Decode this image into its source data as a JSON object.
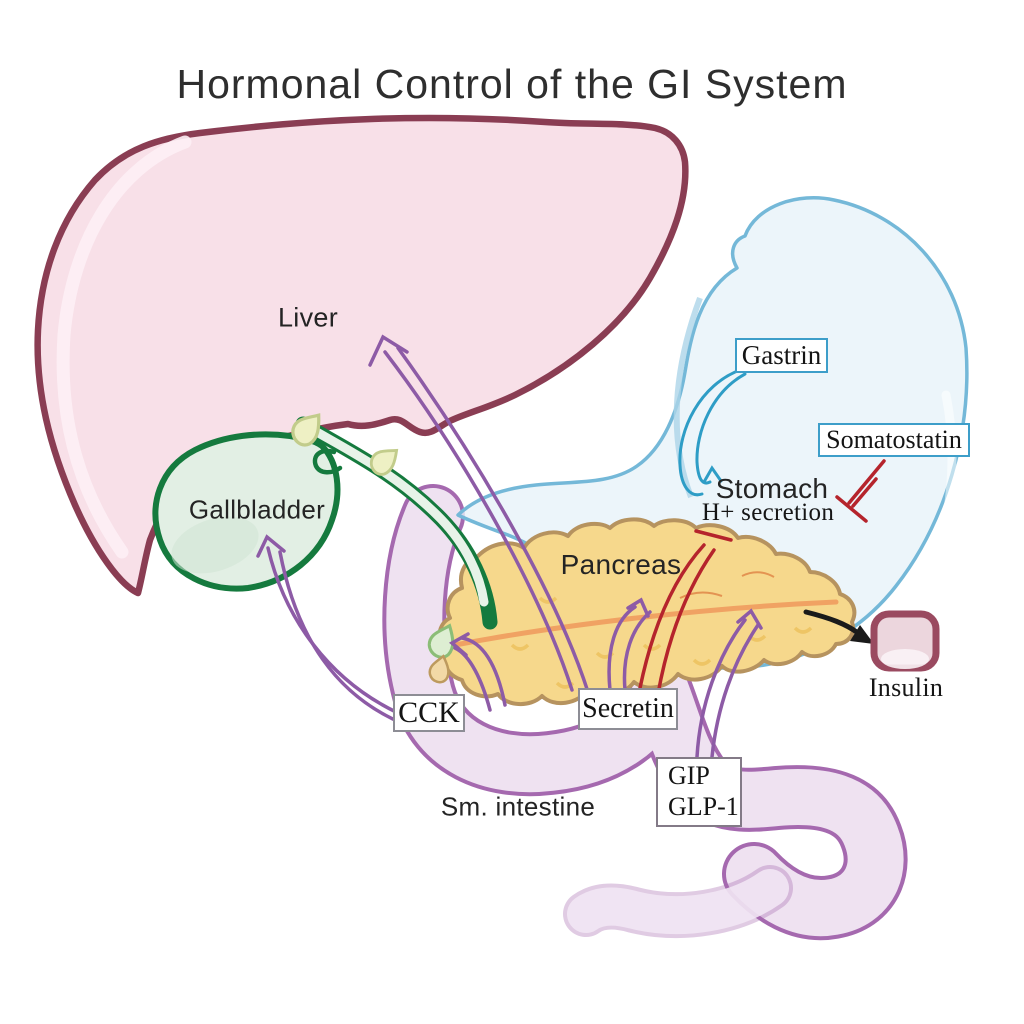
{
  "title": "Hormonal Control of the GI System",
  "organ_labels": {
    "liver": "Liver",
    "gallbladder": "Gallbladder",
    "stomach": "Stomach",
    "stomach_sub": "H+ secretion",
    "pancreas": "Pancreas",
    "small_intestine": "Sm. intestine",
    "insulin": "Insulin"
  },
  "hormone_boxes": {
    "gastrin": {
      "label": "Gastrin"
    },
    "somatostatin": {
      "label": "Somatostatin"
    },
    "cck": {
      "label": "CCK"
    },
    "secretin": {
      "label": "Secretin"
    },
    "gip": {
      "line1": "GIP",
      "line2": "GLP-1"
    }
  },
  "colors": {
    "liver_fill": "#f8e0e8",
    "liver_stroke": "#8a3d53",
    "gallbladder_fill": "#e2efe4",
    "gallbladder_stroke": "#157a3e",
    "stomach_fill": "#e7f2f9",
    "stomach_stroke": "#74b8d8",
    "pancreas_fill": "#f6d88c",
    "pancreas_stroke": "#b6935f",
    "pancreas_duct": "#f0a263",
    "intestine_fill": "#efe2f1",
    "intestine_stroke": "#a569af",
    "stimulation_arrow_purple": "#8d5ba6",
    "inhibition_arrow_red": "#b5242c",
    "gastrin_arrow_blue": "#2e9dc6",
    "insulin_arrow_black": "#1a1a1a",
    "box_border_blue": "#3d9ec9",
    "box_border_gray": "#8d8d95"
  }
}
